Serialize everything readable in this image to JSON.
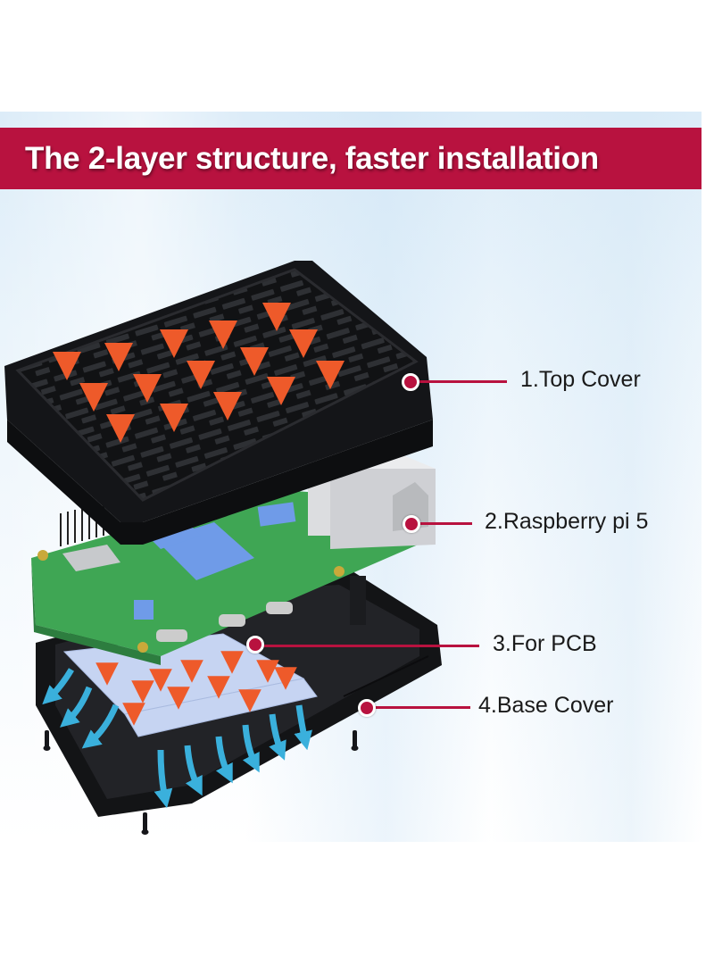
{
  "banner": {
    "title": "The 2-layer structure, faster installation",
    "color": "#b8123f"
  },
  "callouts": [
    {
      "label": "1.Top Cover"
    },
    {
      "label": "2.Raspberry pi 5"
    },
    {
      "label": "3.For PCB"
    },
    {
      "label": "4.Base Cover"
    }
  ],
  "illustration": {
    "parts": [
      "top-cover",
      "raspberry-pi-5-board",
      "thermal-pad",
      "base-cover",
      "screws"
    ],
    "heat_arrow_color": "#ee5a2a",
    "airflow_arrow_color": "#3ab0dc",
    "case_color": "#1b1c1f",
    "pcb_color": "#3fa654",
    "pad_color": "#c6d4f2"
  }
}
